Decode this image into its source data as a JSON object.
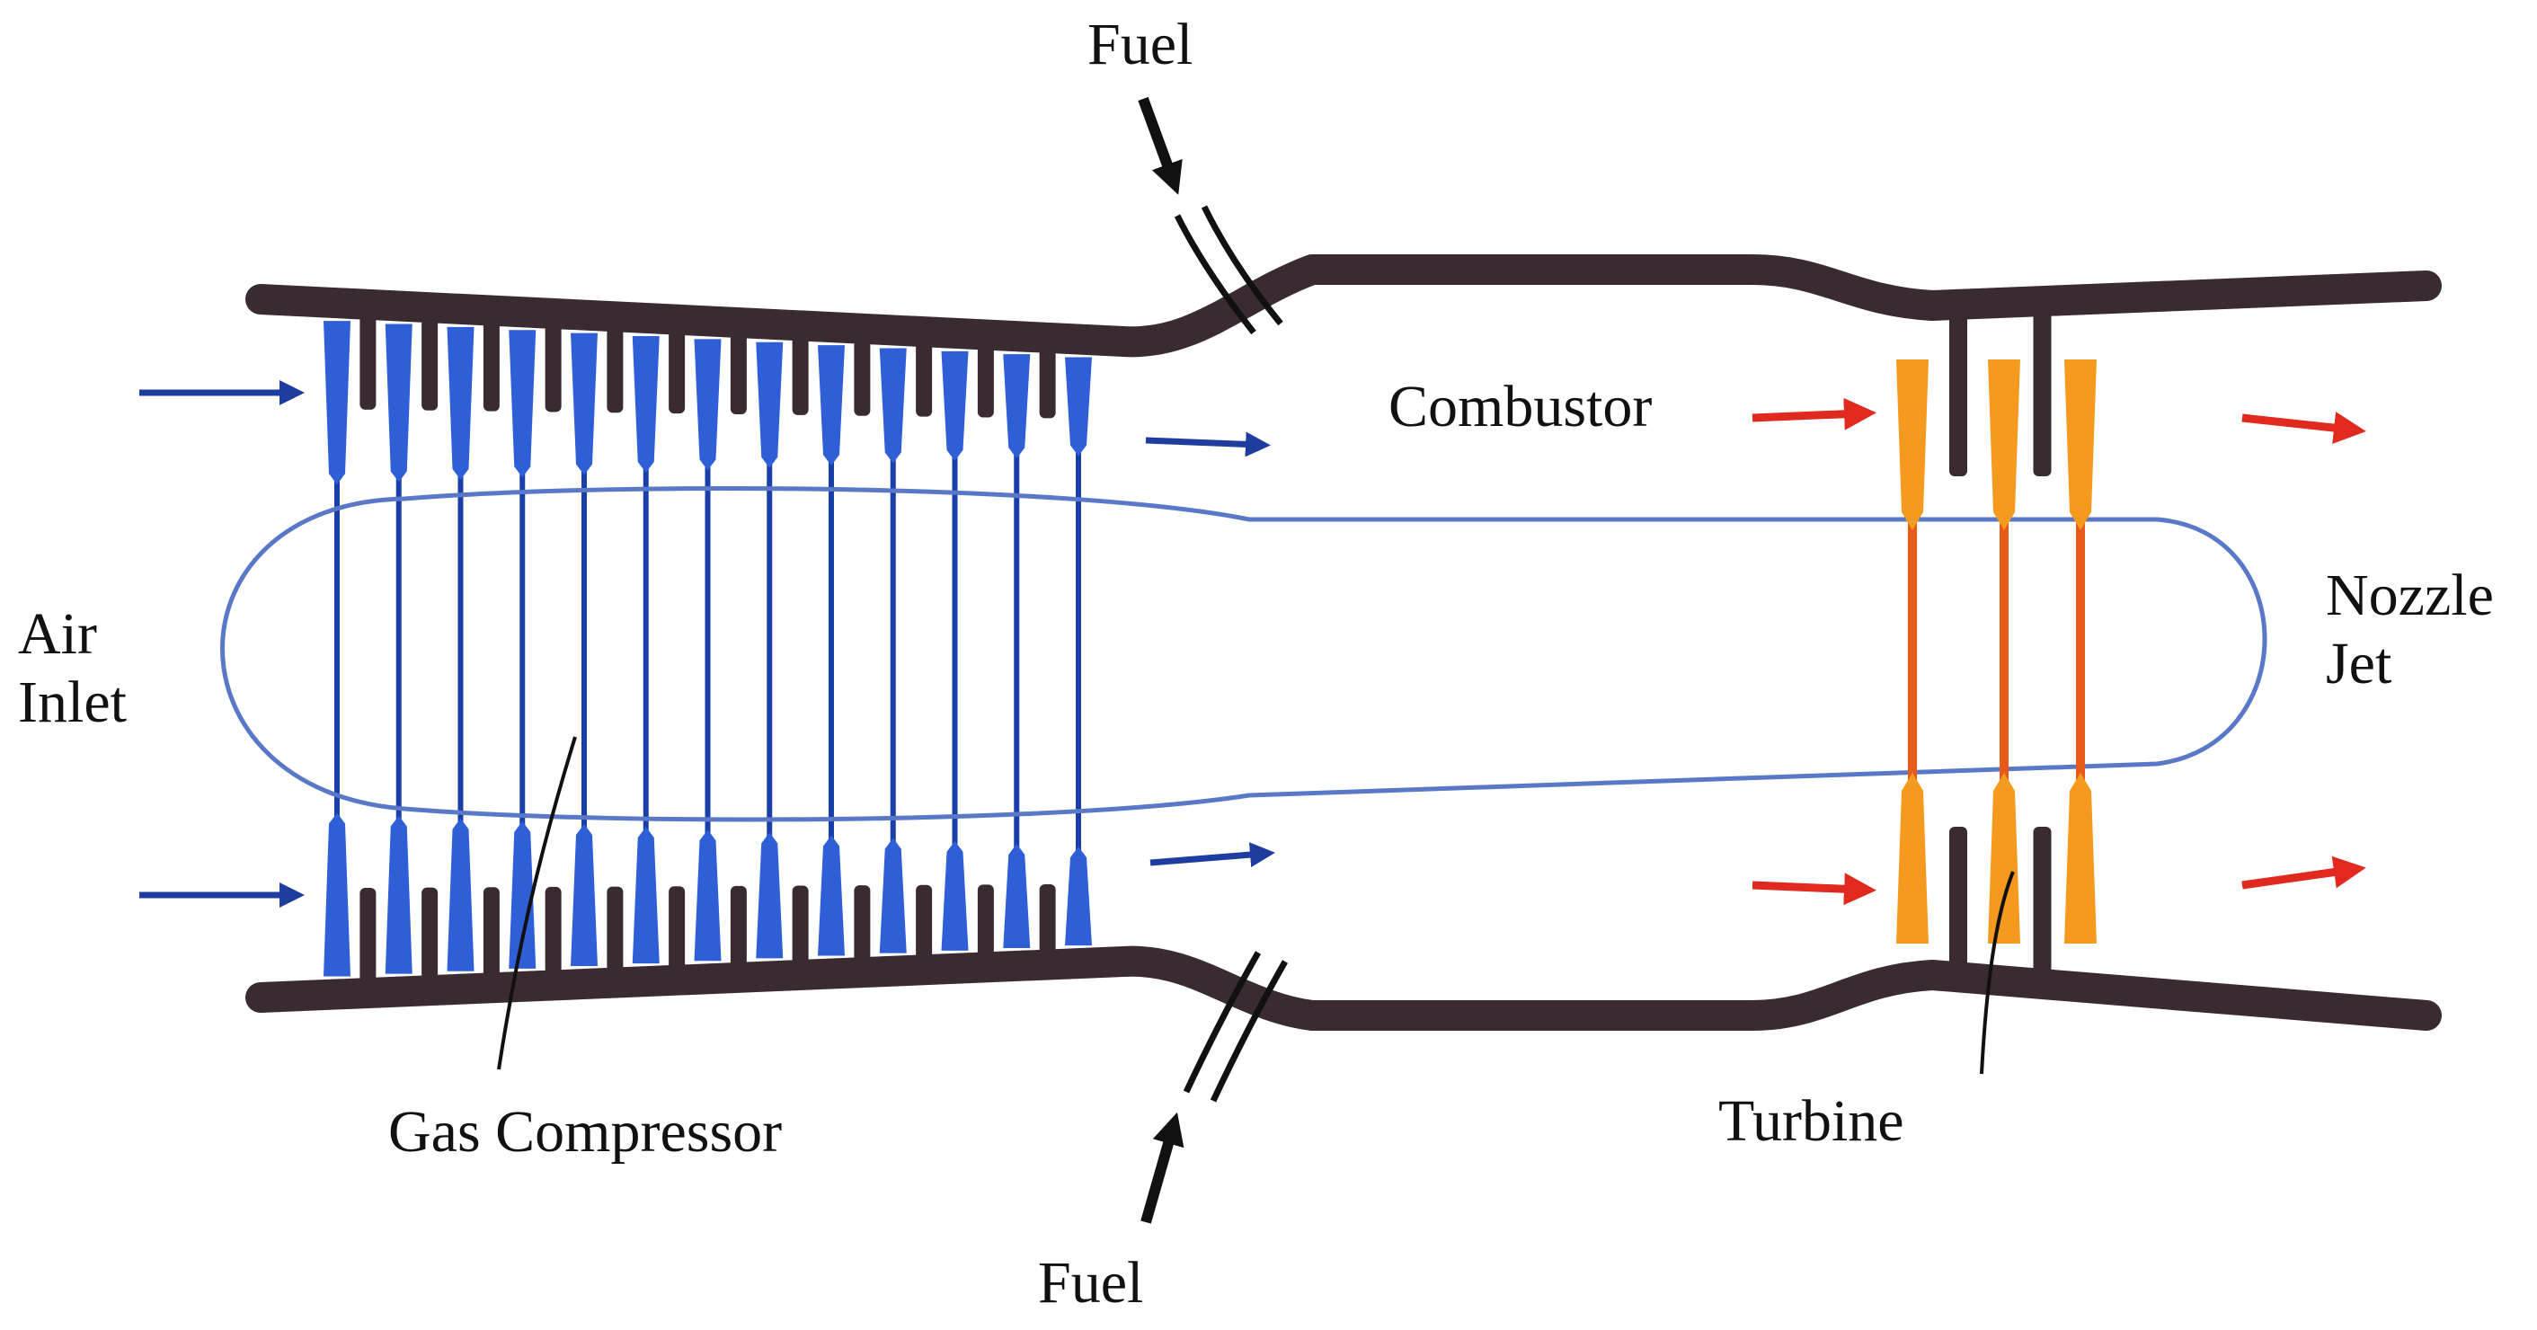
{
  "labels": {
    "fuel_top": "Fuel",
    "fuel_bottom": "Fuel",
    "combustor": "Combustor",
    "air_inlet_line1": "Air",
    "air_inlet_line2": "Inlet",
    "nozzle_jet_line1": "Nozzle",
    "nozzle_jet_line2": "Jet",
    "gas_compressor": "Gas Compressor",
    "turbine": "Turbine"
  },
  "colors": {
    "casing": "#3a2b33",
    "compressor_blade": "#2f5fd6",
    "compressor_blade_dark": "#1a3fa8",
    "shaft_outline": "#5a78c8",
    "turbine_blade": "#f59a1e",
    "turbine_core": "#e85a1a",
    "air_arrow": "#1f3d9e",
    "hot_arrow": "#e02a20",
    "fuel_arrow": "#111111"
  },
  "components": {
    "compressor_stages": 13,
    "turbine_stages": 3
  }
}
